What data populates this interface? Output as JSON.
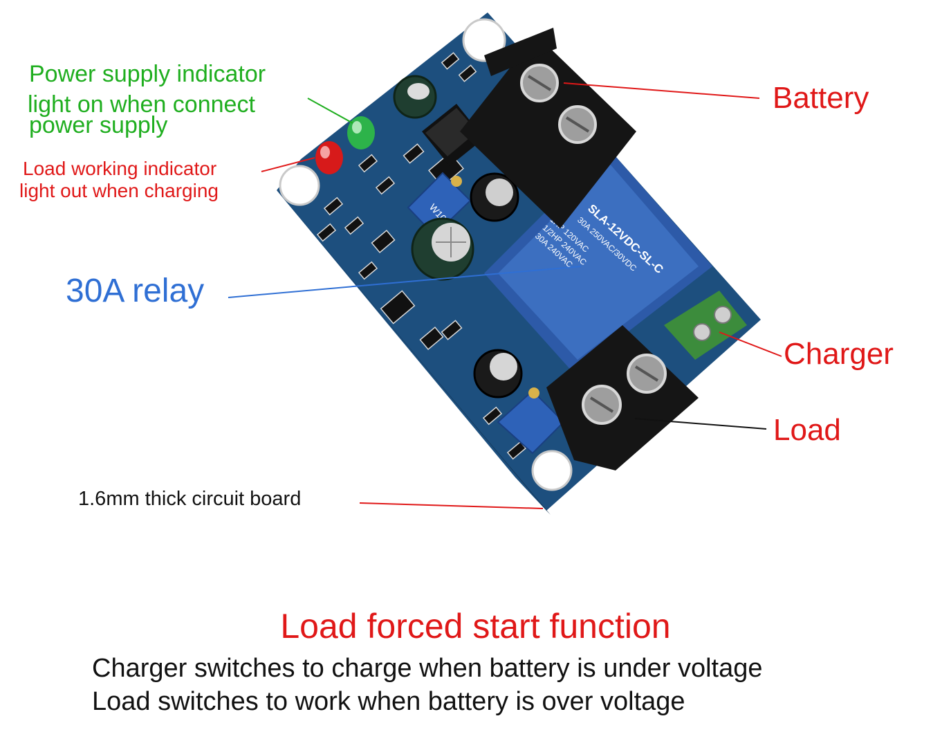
{
  "colors": {
    "green_label": "#1fae1f",
    "red_label": "#e01818",
    "blue_label": "#2f6fd4",
    "board": "#1f5a8e",
    "relay": "#3c6fc0",
    "terminal": "#1d1d1d",
    "charger_terminal": "#3c8c3c"
  },
  "labels": {
    "power_indicator": [
      "Power supply indicator",
      "light on when connect",
      "power supply"
    ],
    "load_indicator": [
      "Load working indicator",
      "light out when charging"
    ],
    "relay": "30A relay",
    "battery": "Battery",
    "charger": "Charger",
    "load": "Load",
    "board_thickness": "1.6mm thick circuit board"
  },
  "relay_markings": [
    "SLA-12VDC-SL-C",
    "30A 250VAC/30VDC",
    "1HP 120VAC",
    "1/2HP 240VAC",
    "30A 240VAC"
  ],
  "potentiometer_marking": "W103",
  "footer": {
    "title": "Load forced start function",
    "line1": "Charger switches to charge when battery is under voltage",
    "line2": "Load switches to work when battery is over voltage"
  }
}
